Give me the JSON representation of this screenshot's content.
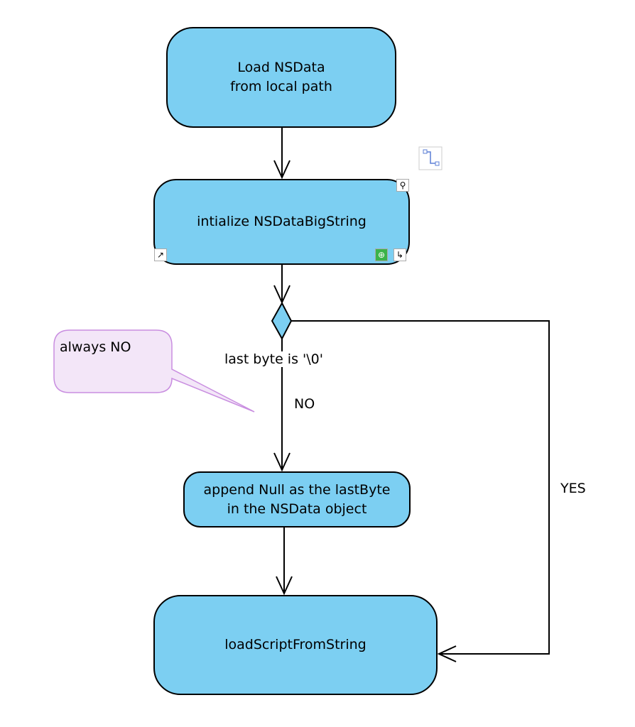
{
  "nodes": {
    "load": "Load NSData\nfrom local path",
    "init": "intialize NSDataBigString",
    "append": "append Null as the lastByte\nin the NSData object",
    "script": "loadScriptFromString"
  },
  "decision": {
    "label": "last byte is '\\0'"
  },
  "edges": {
    "no_label": "NO",
    "yes_label": "YES"
  },
  "note": {
    "text": "always NO"
  },
  "colors": {
    "node_fill": "#7ccff2",
    "note_fill": "#f3e6f8",
    "note_border": "#c98ee0",
    "line": "#000000"
  },
  "icons": [
    "connector-icon",
    "zoom-icon",
    "shortcut-arrow-icon",
    "target-icon",
    "transition-icon"
  ]
}
